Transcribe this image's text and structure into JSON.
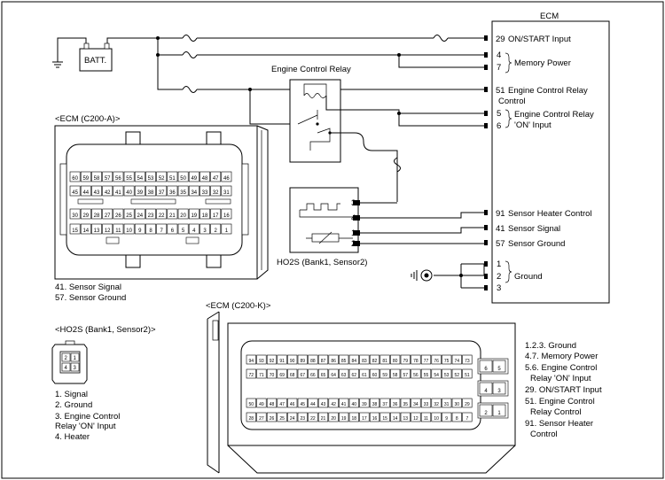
{
  "battery": {
    "label": "BATT."
  },
  "relay": {
    "title": "Engine Control Relay"
  },
  "ecm": {
    "title": "ECM",
    "pins": [
      {
        "num": "29",
        "text": "ON/START Input"
      },
      {
        "num": "4",
        "text": ""
      },
      {
        "num": "7",
        "text": ""
      },
      {
        "num": "51",
        "text": "Engine Control Relay"
      },
      {
        "num": "5",
        "text": ""
      },
      {
        "num": "6",
        "text": ""
      },
      {
        "num": "91",
        "text": "Sensor Heater Control"
      },
      {
        "num": "41",
        "text": "Sensor Signal"
      },
      {
        "num": "57",
        "text": "Sensor Ground"
      },
      {
        "num": "1",
        "text": ""
      },
      {
        "num": "2",
        "text": ""
      },
      {
        "num": "3",
        "text": ""
      }
    ],
    "memory_power": "Memory Power",
    "relay_control_line2": "Control",
    "relay_on_input_line1": "Engine Control Relay",
    "relay_on_input_line2": "'ON' Input",
    "ground": "Ground"
  },
  "ho2s": {
    "label": "HO2S (Bank1, Sensor2)",
    "pins": [
      "3",
      "4",
      "1",
      "2"
    ]
  },
  "connector_a": {
    "title": "<ECM (C200-A)>",
    "row1": [
      "60",
      "59",
      "58",
      "57",
      "56",
      "55",
      "54",
      "53",
      "52",
      "51",
      "50",
      "49",
      "48",
      "47",
      "46"
    ],
    "row2": [
      "45",
      "44",
      "43",
      "42",
      "41",
      "40",
      "39",
      "38",
      "37",
      "36",
      "35",
      "34",
      "33",
      "32",
      "31"
    ],
    "row3": [
      "30",
      "29",
      "28",
      "27",
      "26",
      "25",
      "24",
      "23",
      "22",
      "21",
      "20",
      "19",
      "18",
      "17",
      "16"
    ],
    "row4": [
      "15",
      "14",
      "13",
      "12",
      "11",
      "10",
      "9",
      "8",
      "7",
      "6",
      "5",
      "4",
      "3",
      "2",
      "1"
    ],
    "notes": [
      "41. Sensor Signal",
      "57. Sensor Ground"
    ]
  },
  "connector_k": {
    "title": "<ECM (C200-K)>",
    "row1": [
      "94",
      "93",
      "92",
      "91",
      "90",
      "89",
      "88",
      "87",
      "86",
      "85",
      "84",
      "83",
      "82",
      "81",
      "80",
      "79",
      "78",
      "77",
      "76",
      "75",
      "74",
      "73"
    ],
    "row2": [
      "72",
      "71",
      "70",
      "69",
      "68",
      "67",
      "66",
      "65",
      "64",
      "63",
      "62",
      "61",
      "60",
      "59",
      "58",
      "57",
      "56",
      "55",
      "54",
      "53",
      "52",
      "51"
    ],
    "row3": [
      "50",
      "49",
      "48",
      "47",
      "46",
      "45",
      "44",
      "43",
      "42",
      "41",
      "40",
      "39",
      "38",
      "37",
      "36",
      "35",
      "34",
      "33",
      "32",
      "31",
      "30",
      "29"
    ],
    "row4": [
      "28",
      "27",
      "26",
      "25",
      "24",
      "23",
      "22",
      "21",
      "20",
      "19",
      "18",
      "17",
      "16",
      "15",
      "14",
      "13",
      "12",
      "11",
      "10",
      "9",
      "8",
      "7"
    ],
    "side": [
      [
        "6",
        "5"
      ],
      [
        "4",
        "3"
      ],
      [
        "2",
        "1"
      ]
    ],
    "notes": [
      "1.2.3. Ground",
      "4.7. Memory Power",
      "5.6. Engine Control",
      "Relay 'ON' Input",
      "29. ON/START Input",
      "51. Engine Control",
      "Relay Control",
      "91. Sensor Heater",
      "Control"
    ]
  },
  "connector_ho2s": {
    "title": "<HO2S (Bank1, Sensor2)>",
    "pins": [
      "2",
      "1",
      "4",
      "3"
    ],
    "notes": [
      "1. Signal",
      "2. Ground",
      "3. Engine Control",
      "Relay 'ON' Input",
      "4. Heater"
    ]
  }
}
